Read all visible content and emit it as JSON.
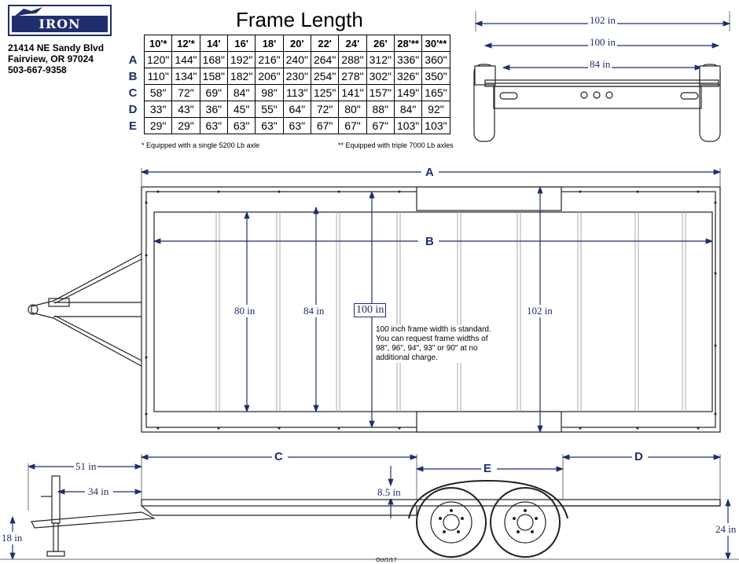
{
  "company": {
    "logo_text": "IRON EAGLE",
    "address_line1": "21414 NE Sandy Blvd",
    "address_line2": "Fairview, OR 97024",
    "phone": "503-667-9358"
  },
  "frame_length_table": {
    "title": "Frame Length",
    "columns": [
      "10'*",
      "12'*",
      "14'",
      "16'",
      "18'",
      "20'",
      "22'",
      "24'",
      "26'",
      "28'**",
      "30'**"
    ],
    "rows": [
      {
        "label": "A",
        "values": [
          "120\"",
          "144\"",
          "168\"",
          "192\"",
          "216\"",
          "240\"",
          "264\"",
          "288\"",
          "312\"",
          "336\"",
          "360\""
        ]
      },
      {
        "label": "B",
        "values": [
          "110\"",
          "134\"",
          "158\"",
          "182\"",
          "206\"",
          "230\"",
          "254\"",
          "278\"",
          "302\"",
          "326\"",
          "350\""
        ]
      },
      {
        "label": "C",
        "values": [
          "58\"",
          "72\"",
          "69\"",
          "84\"",
          "98\"",
          "113\"",
          "125\"",
          "141\"",
          "157\"",
          "149\"",
          "165\""
        ]
      },
      {
        "label": "D",
        "values": [
          "33\"",
          "43\"",
          "36\"",
          "45\"",
          "55\"",
          "64\"",
          "72\"",
          "80\"",
          "88\"",
          "84\"",
          "92\""
        ]
      },
      {
        "label": "E",
        "values": [
          "29\"",
          "29\"",
          "63\"",
          "63\"",
          "63\"",
          "63\"",
          "67\"",
          "67\"",
          "67\"",
          "103\"",
          "103\""
        ]
      }
    ],
    "footnote_single": "* Equipped with a single 5200 Lb axle",
    "footnote_triple": "** Equipped with triple 7000 Lb axles"
  },
  "rear_view": {
    "overall_width": "102 in",
    "frame_width": "100 in",
    "inner_width": "84 in"
  },
  "top_view": {
    "label_a": "A",
    "label_b": "B",
    "dim_80": "80 in",
    "dim_84": "84 in",
    "dim_100": "100 in",
    "dim_102": "102 in",
    "note": "100 inch frame width is standard. You can request frame widths of 98\", 96\", 94\", 93\" or 90\" at no additional charge."
  },
  "side_view": {
    "label_c": "C",
    "label_d": "D",
    "label_e": "E",
    "dim_51": "51 in",
    "dim_34": "34 in",
    "dim_8_5": "8.5 in",
    "dim_18": "18 in",
    "dim_24": "24 in",
    "date": "Oct/1/17"
  },
  "colors": {
    "dimension_blue": "#1f2e6d",
    "frame_line": "#222222"
  }
}
